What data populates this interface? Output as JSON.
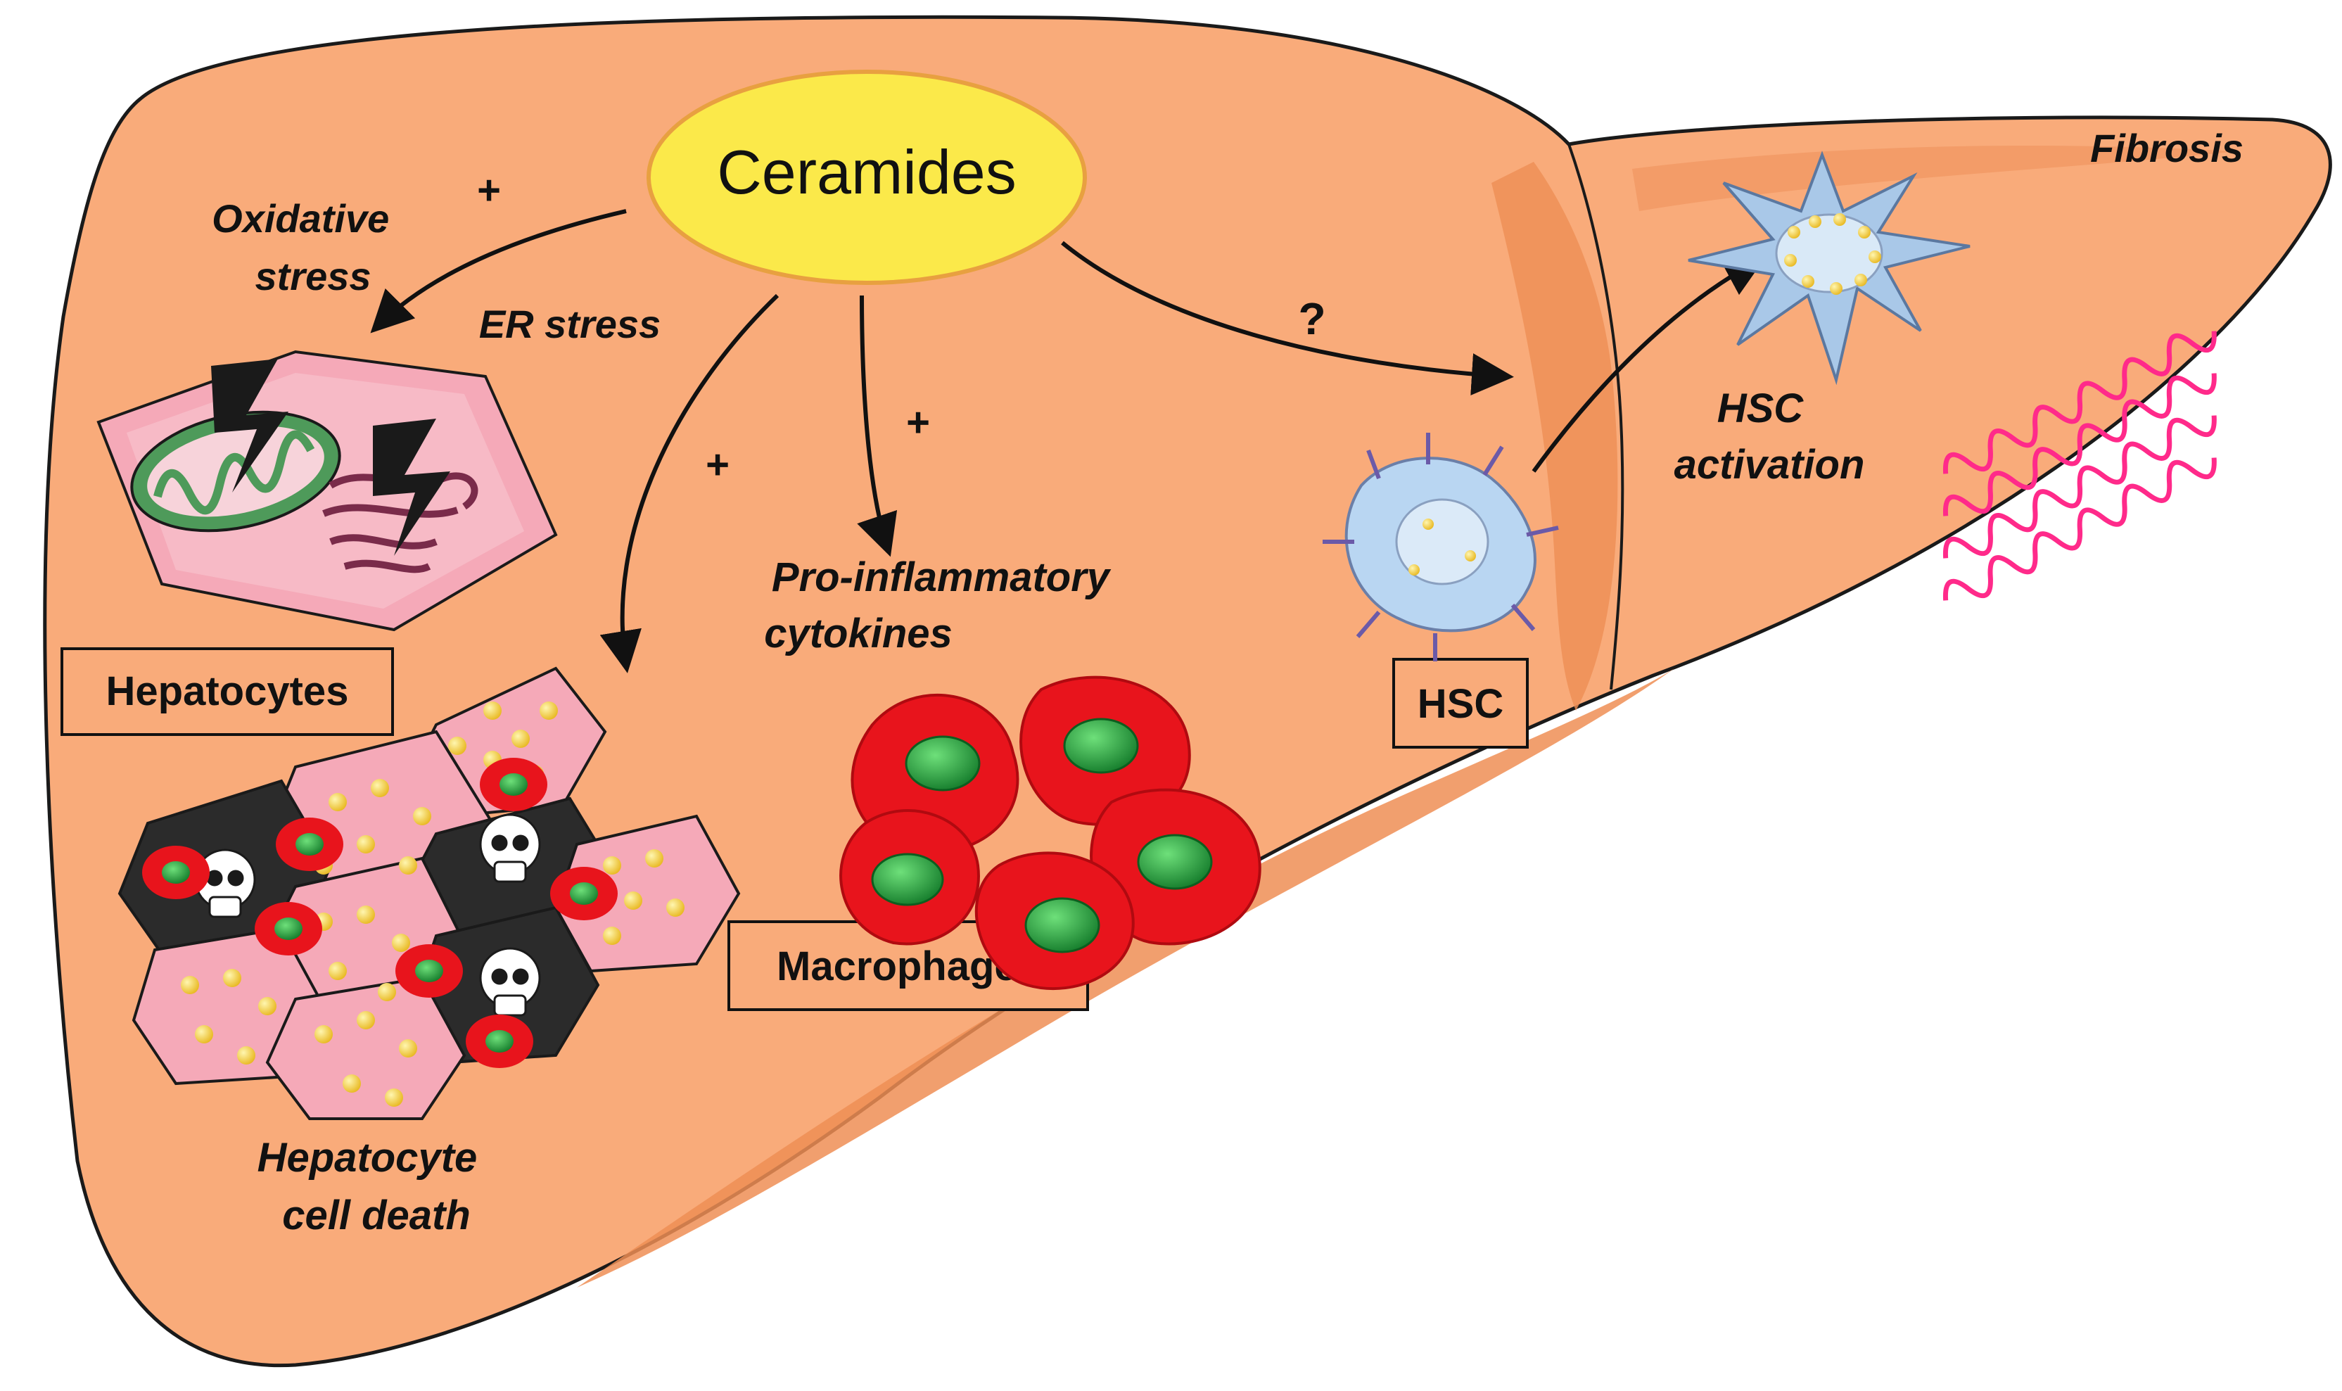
{
  "center": {
    "label": "Ceramides"
  },
  "signs": {
    "oxidative": "+",
    "death": "+",
    "cytokines": "+",
    "hsc": "?"
  },
  "labels": {
    "oxidative_stress": [
      "Oxidative",
      "stress"
    ],
    "er_stress": "ER stress",
    "pro_inflammatory": [
      "Pro-inflammatory",
      "cytokines"
    ],
    "hsc_activation": [
      "HSC",
      "activation"
    ],
    "fibrosis": "Fibrosis",
    "hepatocyte_death": [
      "Hepatocyte",
      "cell death"
    ]
  },
  "boxes": {
    "hepatocytes": "Hepatocytes",
    "macrophages": "Macrophages",
    "hsc": "HSC"
  },
  "colors": {
    "liver": "#f9ab7a",
    "liver_shade": "#ee8e55",
    "liver_outline": "#1a1a1a",
    "ceramide_fill": "#fbe94a",
    "ceramide_stroke": "#e8a040",
    "hepatocyte": "#f5a9b8",
    "dead_cell": "#2b2b2b",
    "macrophage": "#e8141c",
    "nucleus": "#1f9a3a",
    "collagen": "#ff2a8a",
    "hsc_cell": "#b9d6f2"
  }
}
